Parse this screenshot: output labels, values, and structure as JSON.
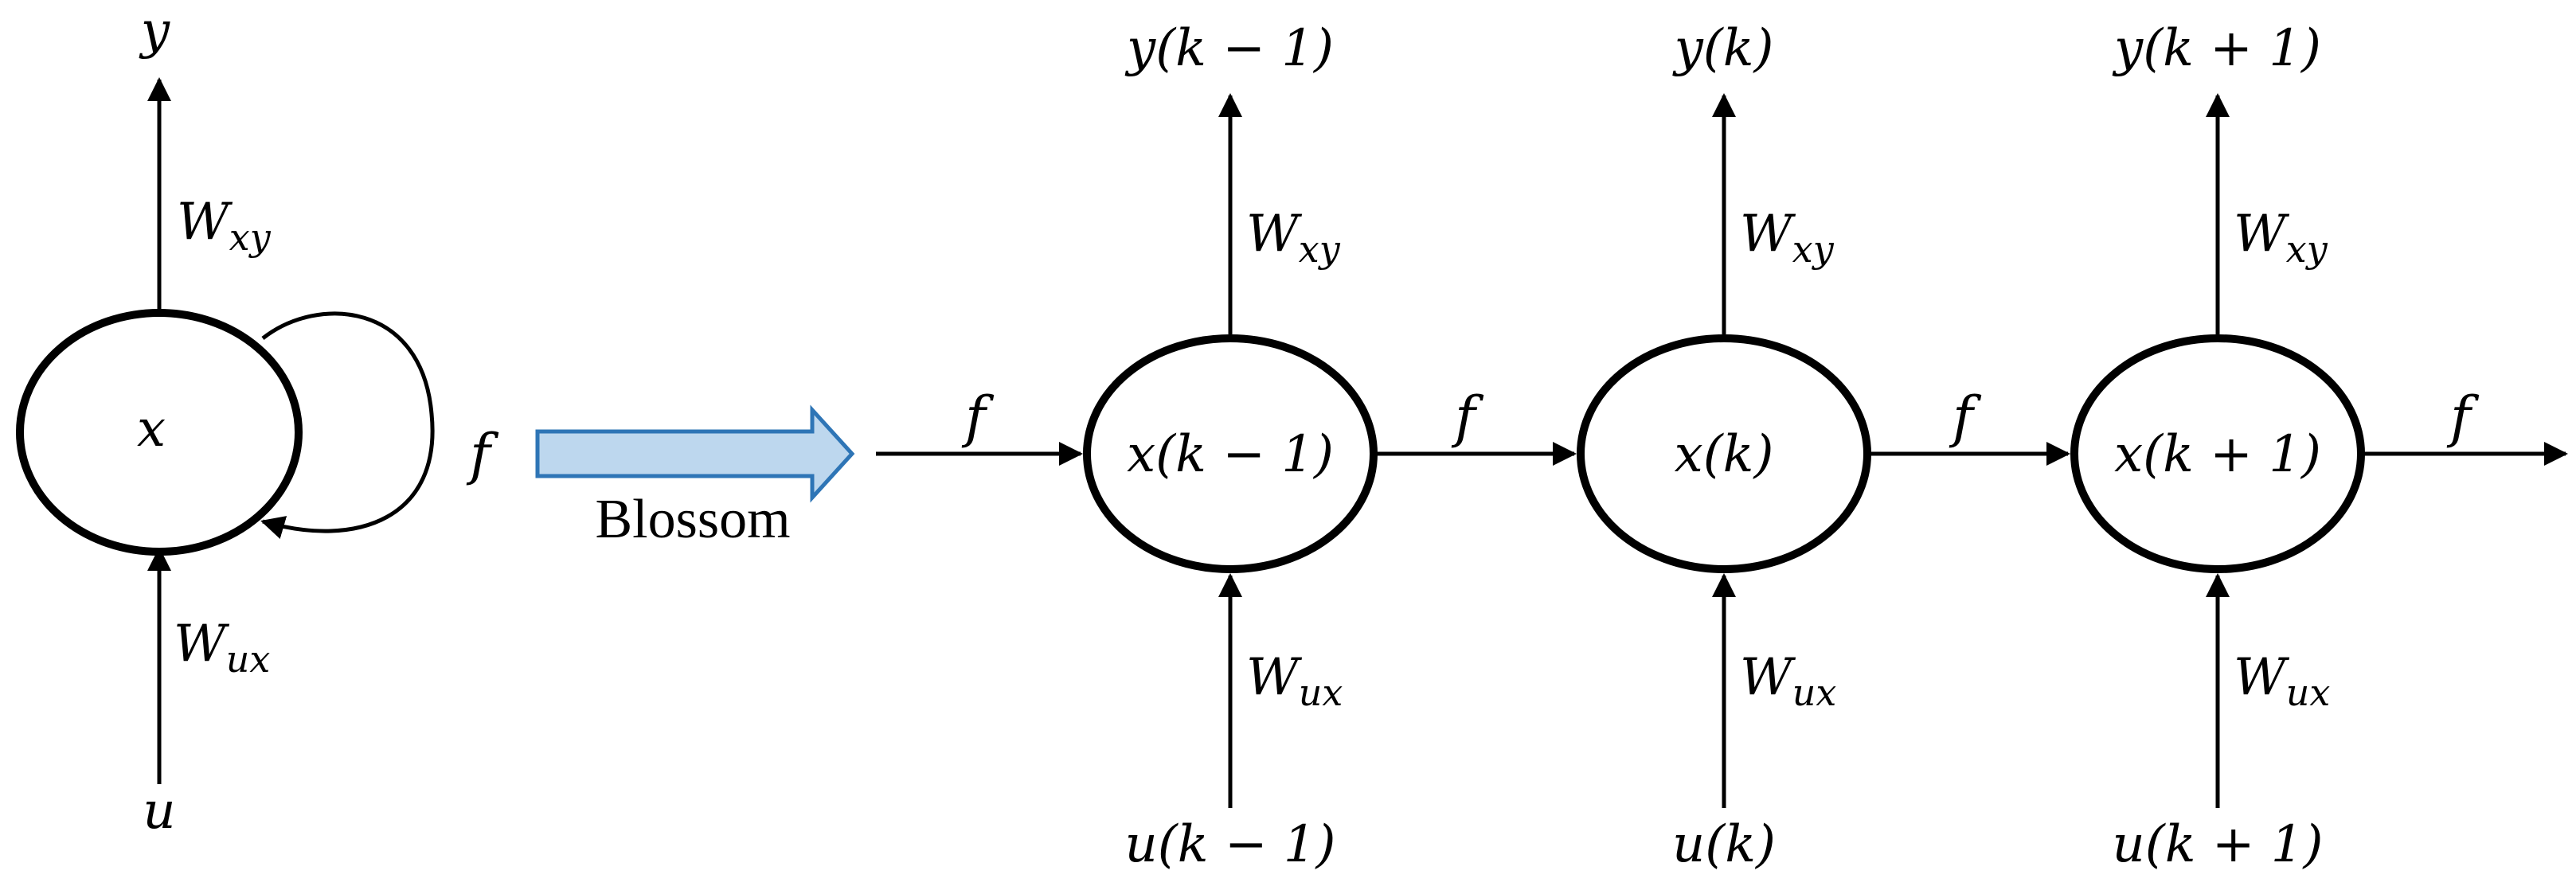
{
  "folded": {
    "node": "x",
    "output": "y",
    "input": "u",
    "w_out": "W",
    "w_out_sub": "xy",
    "w_in": "W",
    "w_in_sub": "ux",
    "recurrence": "f"
  },
  "transform_label": "Blossom",
  "unfolded": {
    "nodes": [
      {
        "state": "x(k − 1)",
        "output": "y(k − 1)",
        "input": "u(k − 1)"
      },
      {
        "state": "x(k)",
        "output": "y(k)",
        "input": "u(k)"
      },
      {
        "state": "x(k + 1)",
        "output": "y(k + 1)",
        "input": "u(k + 1)"
      }
    ],
    "w_out": "W",
    "w_out_sub": "xy",
    "w_in": "W",
    "w_in_sub": "ux",
    "chain_labels": [
      "f",
      "f",
      "f",
      "f"
    ]
  },
  "colors": {
    "arrow_fill": "#BDD7EE",
    "arrow_stroke": "#2E75B6"
  }
}
